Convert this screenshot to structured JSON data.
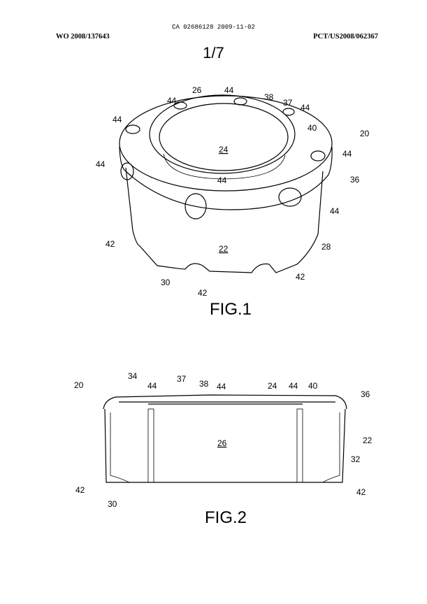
{
  "header": {
    "ca_number": "CA 02686128 2009-11-02",
    "wo_number": "WO 2008/137643",
    "pct_number": "PCT/US2008/062367",
    "sheet": "1/7"
  },
  "fig1": {
    "caption": "FIG.1",
    "labels": {
      "l26": "26",
      "l44a": "44",
      "l38": "38",
      "l37": "37",
      "l44b": "44",
      "l44c": "44",
      "l44d": "44",
      "l40": "40",
      "l20": "20",
      "l44e": "44",
      "l44f": "44",
      "l24": "24",
      "l44g": "44",
      "l36": "36",
      "l44h": "44",
      "l42a": "42",
      "l28": "28",
      "l22": "22",
      "l30": "30",
      "l42b": "42",
      "l42c": "42"
    }
  },
  "fig2": {
    "caption": "FIG.2",
    "labels": {
      "l20": "20",
      "l34": "34",
      "l44a": "44",
      "l37": "37",
      "l38": "38",
      "l44b": "44",
      "l24": "24",
      "l44c": "44",
      "l40": "40",
      "l36": "36",
      "l22": "22",
      "l26": "26",
      "l32": "32",
      "l42a": "42",
      "l42b": "42",
      "l30": "30"
    }
  }
}
